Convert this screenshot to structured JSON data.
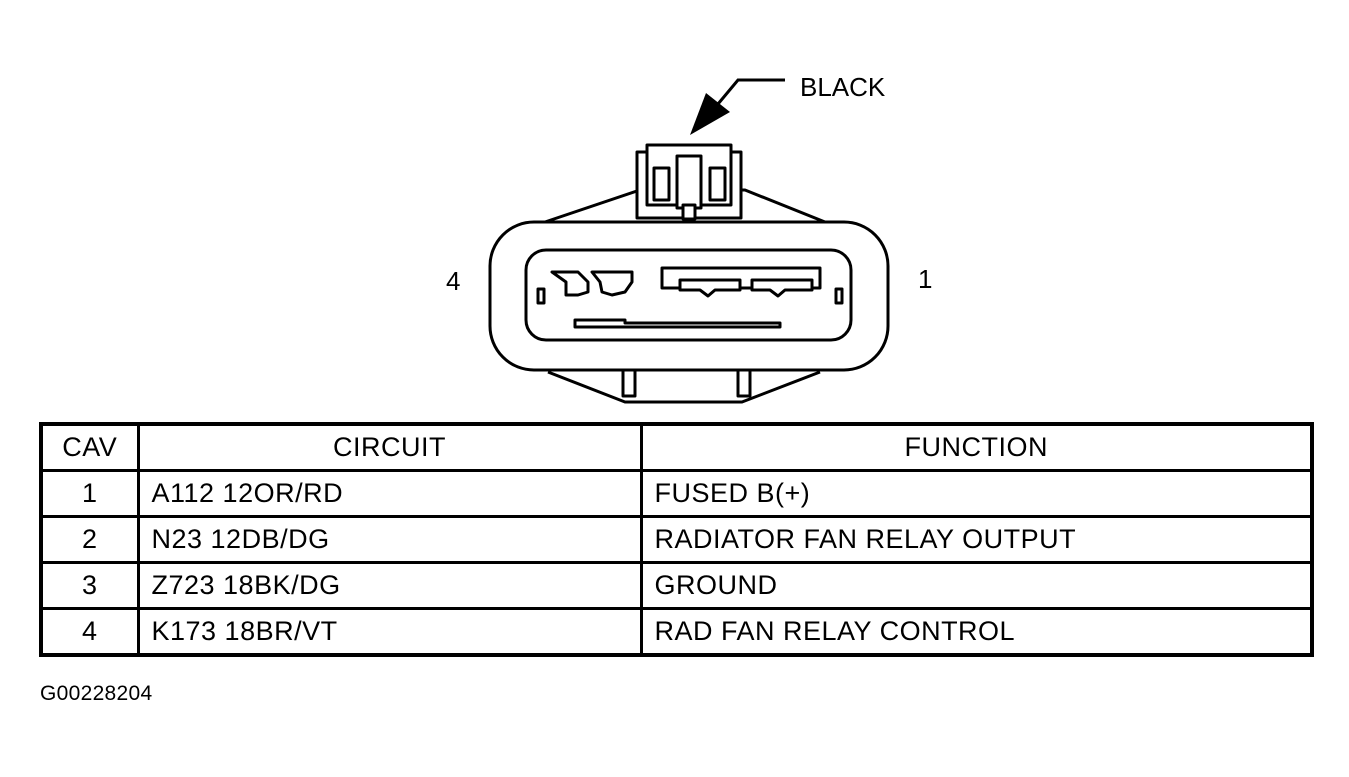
{
  "diagram": {
    "color_callout": "BLACK",
    "pin_left_label": "4",
    "pin_right_label": "1"
  },
  "table": {
    "headers": [
      "CAV",
      "CIRCUIT",
      "FUNCTION"
    ],
    "rows": [
      {
        "cav": "1",
        "circuit": "A112 12OR/RD",
        "function": "FUSED B(+)"
      },
      {
        "cav": "2",
        "circuit": "N23 12DB/DG",
        "function": "RADIATOR FAN RELAY OUTPUT"
      },
      {
        "cav": "3",
        "circuit": "Z723 18BK/DG",
        "function": "GROUND"
      },
      {
        "cav": "4",
        "circuit": "K173 18BR/VT",
        "function": "RAD FAN RELAY CONTROL"
      }
    ]
  },
  "figure_id": "G00228204"
}
